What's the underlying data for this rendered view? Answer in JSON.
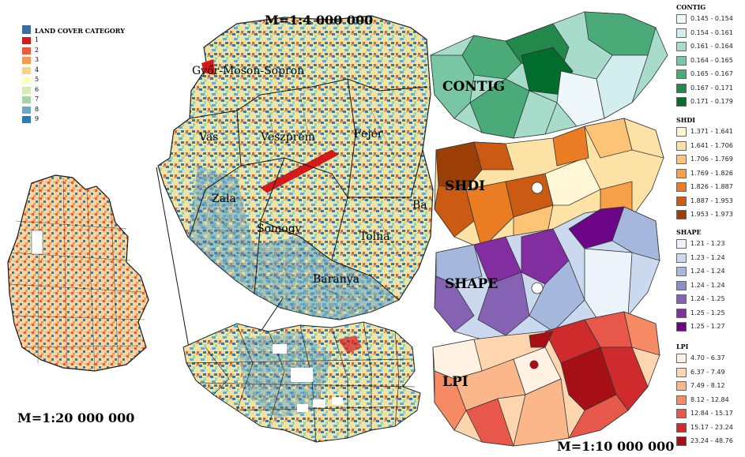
{
  "scales": {
    "germany": "M=1:20 000 000",
    "zoom": "M=1:4 000 000",
    "hungary": "M=1:10 000 000"
  },
  "land_cover": {
    "title": "LAND COVER CATEGORY",
    "categories": [
      {
        "label": "1",
        "color": "#d7191c"
      },
      {
        "label": "2",
        "color": "#ea5a3b"
      },
      {
        "label": "3",
        "color": "#f59a55"
      },
      {
        "label": "4",
        "color": "#fdd38b"
      },
      {
        "label": "5",
        "color": "#fefebe"
      },
      {
        "label": "6",
        "color": "#d4ecb4"
      },
      {
        "label": "7",
        "color": "#a5d5a5"
      },
      {
        "label": "8",
        "color": "#6aa9c7"
      },
      {
        "label": "9",
        "color": "#2c7bb6"
      }
    ]
  },
  "zoom_regions": [
    {
      "label": "Győr-Moson-Sopron"
    },
    {
      "label": "Vas"
    },
    {
      "label": "Veszprém"
    },
    {
      "label": "Fejér"
    },
    {
      "label": "Zala"
    },
    {
      "label": "Somogy"
    },
    {
      "label": "Tolna"
    },
    {
      "label": "Baranya"
    },
    {
      "label": "Ba"
    }
  ],
  "map_titles": {
    "contig": "CONTIG",
    "shdi": "SHDI",
    "shape": "SHAPE",
    "lpi": "LPI"
  },
  "legends": [
    {
      "title": "CONTIG",
      "items": [
        {
          "label": "0.145 - 0.154",
          "color": "#eef7f9"
        },
        {
          "label": "0.154 - 0.161",
          "color": "#d2eeee"
        },
        {
          "label": "0.161 - 0.164",
          "color": "#a6dcc9"
        },
        {
          "label": "0.164 - 0.165",
          "color": "#78c6a3"
        },
        {
          "label": "0.165 - 0.167",
          "color": "#4bab78"
        },
        {
          "label": "0.167 - 0.171",
          "color": "#23894a"
        },
        {
          "label": "0.171 - 0.179",
          "color": "#006d2c"
        }
      ]
    },
    {
      "title": "SHDI",
      "items": [
        {
          "label": "1.371 - 1.641",
          "color": "#fff7d6"
        },
        {
          "label": "1.641 - 1.706",
          "color": "#fde2a6"
        },
        {
          "label": "1.706 - 1.769",
          "color": "#fdc478"
        },
        {
          "label": "1.769 - 1.826",
          "color": "#f7a048"
        },
        {
          "label": "1.826 - 1.887",
          "color": "#ea7c23"
        },
        {
          "label": "1.887 - 1.953",
          "color": "#cb5a12"
        },
        {
          "label": "1.953 - 1.973",
          "color": "#9c3f07"
        }
      ]
    },
    {
      "title": "SHAPE",
      "items": [
        {
          "label": "1.21 - 1.23",
          "color": "#edf3fa"
        },
        {
          "label": "1.23 - 1.24",
          "color": "#cbd9ee"
        },
        {
          "label": "1.24 - 1.24",
          "color": "#a5b7dc"
        },
        {
          "label": "1.24 - 1.24",
          "color": "#8a8ec7"
        },
        {
          "label": "1.24 - 1.25",
          "color": "#8662b4"
        },
        {
          "label": "1.25 - 1.25",
          "color": "#822ea1"
        },
        {
          "label": "1.25 - 1.27",
          "color": "#6d0587"
        }
      ]
    },
    {
      "title": "LPI",
      "items": [
        {
          "label": "4.70 - 6.37",
          "color": "#fff2e2"
        },
        {
          "label": "6.37 - 7.49",
          "color": "#fdd6b0"
        },
        {
          "label": "7.49 - 8.12",
          "color": "#fbb68a"
        },
        {
          "label": "8.12 - 12.84",
          "color": "#f58a64"
        },
        {
          "label": "12.84 - 15.17",
          "color": "#e8584a"
        },
        {
          "label": "15.17 - 23.24",
          "color": "#cf2a2c"
        },
        {
          "label": "23.24 - 48.76",
          "color": "#a50f15"
        }
      ]
    }
  ]
}
